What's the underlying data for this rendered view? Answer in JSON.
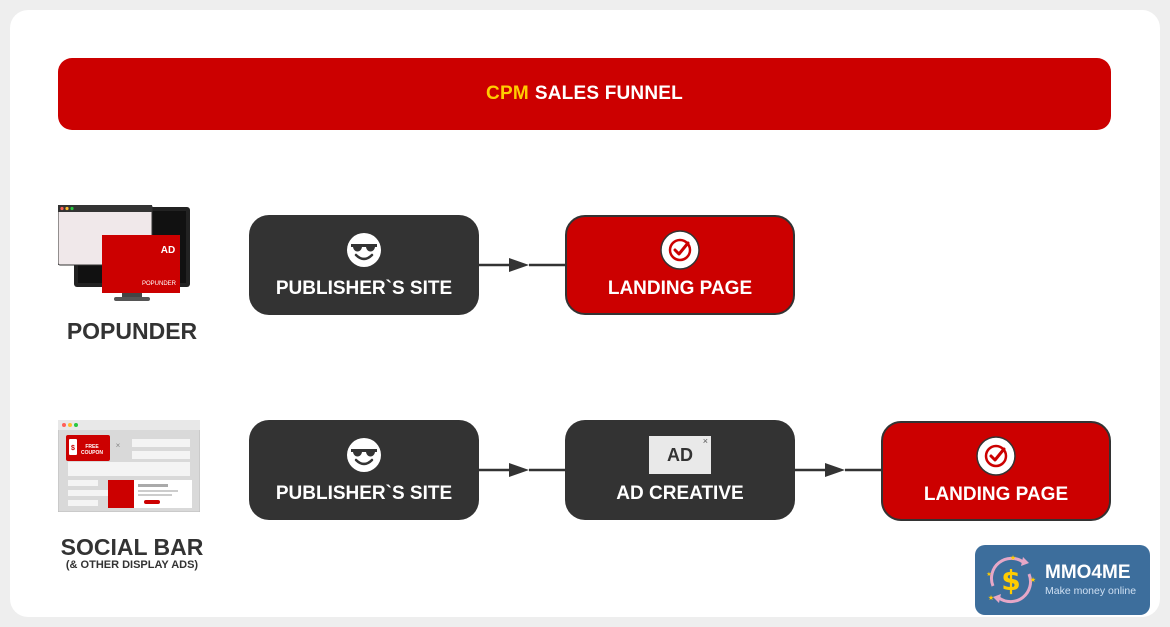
{
  "banner": {
    "highlight": "CPM",
    "title": "SALES FUNNEL"
  },
  "rows": [
    {
      "label": "POPUNDER",
      "sublabel": "",
      "illustration_text": "AD",
      "illustration_caption": "POPUNDER",
      "steps": [
        {
          "label": "PUBLISHER`S SITE",
          "icon": "cool-face-icon",
          "style": "dark"
        },
        {
          "label": "LANDING PAGE",
          "icon": "target-check-icon",
          "style": "red"
        }
      ]
    },
    {
      "label": "SOCIAL BAR",
      "sublabel": "(& OTHER DISPLAY ADS)",
      "illustration_text": "FREE COUPON",
      "steps": [
        {
          "label": "PUBLISHER`S SITE",
          "icon": "cool-face-icon",
          "style": "dark"
        },
        {
          "label": "AD CREATIVE",
          "icon": "ad-icon",
          "icon_text": "AD",
          "style": "dark"
        },
        {
          "label": "LANDING PAGE",
          "icon": "target-check-icon",
          "style": "red"
        }
      ]
    }
  ],
  "logo": {
    "brand": "MMO4ME",
    "tagline": "Make money online",
    "symbol": "$"
  },
  "colors": {
    "red": "#cc0000",
    "dark": "#333333",
    "highlight": "#ffcc00",
    "logo_bg": "#3d6e9c"
  }
}
